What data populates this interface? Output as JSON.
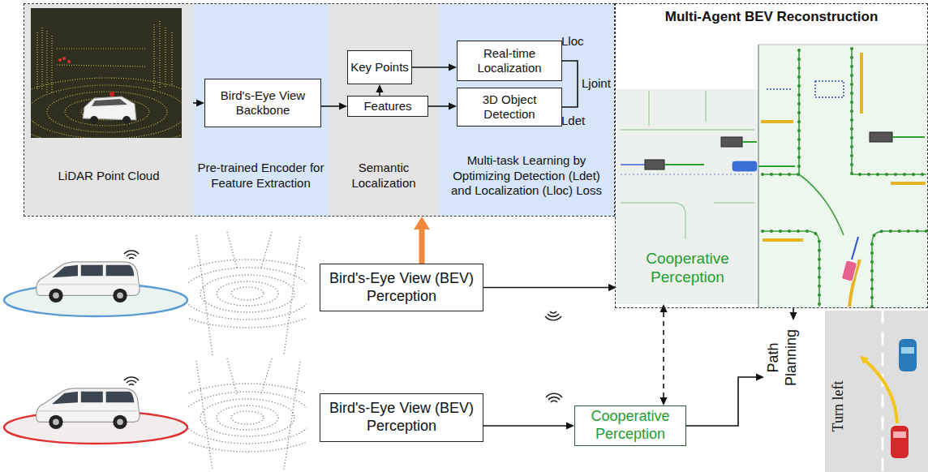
{
  "diagram": {
    "nodes": [
      {
        "text": []
      },
      {
        "text": [
          "LiDAR Point Cloud"
        ],
        "in": 0
      },
      {
        "text": [
          "Pre-trained Encoder for Feature Extraction"
        ],
        "in": 0
      },
      {
        "text": [
          "Semantic Localization"
        ],
        "in": 0
      },
      {
        "text": [
          "Multi-task Learning by Optimizing Detection (Ldet) and Localization (Lloc) Loss"
        ],
        "in": 0
      },
      {
        "text": [
          "Bird's-Eye View Backbone"
        ],
        "in": 2
      },
      {
        "text": [
          "Key Points"
        ],
        "in": 3
      },
      {
        "text": [
          "Features"
        ],
        "in": 3
      },
      {
        "text": [
          "Real-time Localization"
        ],
        "in": 4
      },
      {
        "text": [
          "3D Object Detection"
        ],
        "in": 4
      },
      {
        "text": [
          "Multi-Agent BEV Reconstruction"
        ]
      },
      {
        "text": [
          "Cooperative Perception"
        ],
        "in": 10
      },
      {
        "text": [
          "Bird's-Eye View (BEV) Perception"
        ]
      },
      {
        "text": [
          "Bird's-Eye View (BEV) Perception"
        ]
      },
      {
        "text": [
          "Cooperative Perception"
        ]
      },
      {
        "text": [
          "Path Planning"
        ]
      },
      {
        "text": [
          "Turn left"
        ]
      }
    ],
    "edges": [
      {
        "from": 1,
        "to": 5,
        "arrow": "to"
      },
      {
        "from": 5,
        "to": 7,
        "arrow": "to"
      },
      {
        "from": 7,
        "to": 6,
        "arrow": "to"
      },
      {
        "from": 6,
        "to": 8,
        "arrow": "to"
      },
      {
        "from": 7,
        "to": 9,
        "arrow": "to"
      },
      {
        "from": 8,
        "to": 9,
        "arrow": "none",
        "label": "Ljoint"
      },
      {
        "from": 12,
        "to": 0,
        "arrow": "to"
      },
      {
        "from": 12,
        "to": 11,
        "arrow": "to"
      },
      {
        "from": 13,
        "to": 14,
        "arrow": "to"
      },
      {
        "from": 14,
        "to": 11,
        "arrow": "both"
      },
      {
        "from": 14,
        "to": 15,
        "arrow": "to"
      },
      {
        "from": 10,
        "to": 15,
        "arrow": "to"
      }
    ],
    "labels": [
      "Lloc",
      "Ldet"
    ]
  }
}
